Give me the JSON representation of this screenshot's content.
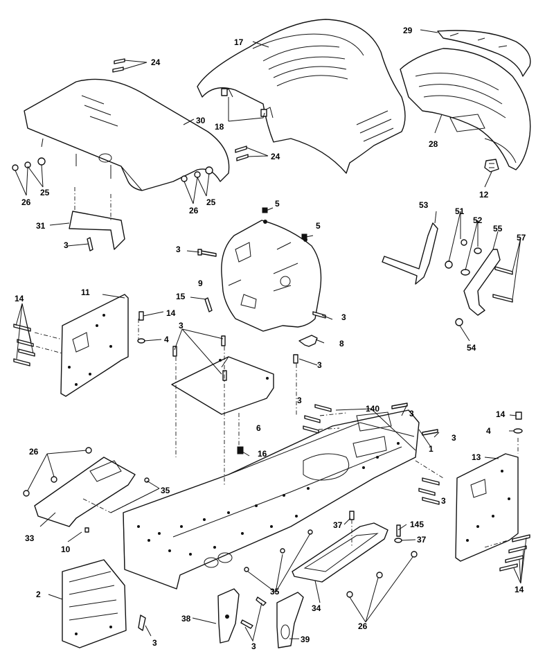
{
  "callouts": {
    "c1": "1",
    "c2": "2",
    "c3": "3",
    "c4": "4",
    "c5": "5",
    "c6": "6",
    "c8": "8",
    "c9": "9",
    "c10": "10",
    "c11": "11",
    "c12": "12",
    "c13": "13",
    "c14": "14",
    "c15": "15",
    "c16": "16",
    "c17": "17",
    "c18": "18",
    "c24": "24",
    "c25": "25",
    "c26": "26",
    "c28": "28",
    "c29": "29",
    "c30": "30",
    "c31": "31",
    "c33": "33",
    "c34": "34",
    "c35": "35",
    "c37": "37",
    "c38": "38",
    "c39": "39",
    "c51": "51",
    "c52": "52",
    "c53": "53",
    "c54": "54",
    "c55": "55",
    "c57": "57",
    "c140": "140",
    "c145": "145"
  }
}
